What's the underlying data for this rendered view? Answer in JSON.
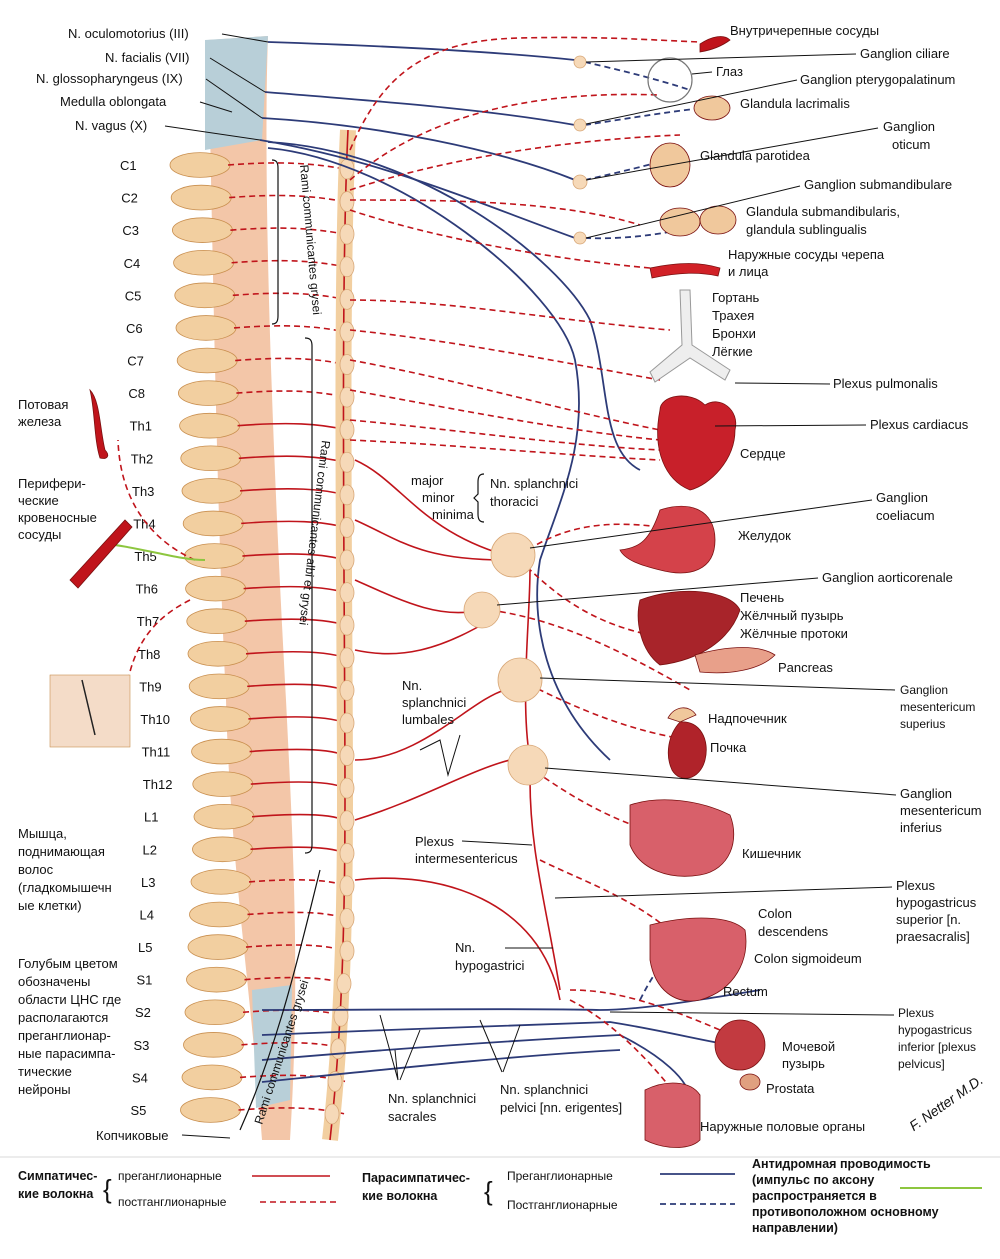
{
  "colors": {
    "sympathetic": "#c0141b",
    "parasympathetic": "#2d3b78",
    "antidromic": "#8dc63f",
    "cord": "#f3c6a8",
    "vertebra": "#f2cfa0",
    "cns_blue": "#b8cfd8"
  },
  "left_labels": {
    "oculomotorius": "N. oculomotorius (III)",
    "facialis": "N. facialis (VII)",
    "glossopharyngeus": "N. glossopharyngeus (IX)",
    "medulla": "Medulla oblongata",
    "vagus": "N. vagus (X)",
    "sweat_gland": [
      "Потовая",
      "железа"
    ],
    "peripheral_vessels": [
      "Перифери-",
      "ческие",
      "кровеносные",
      "сосуды"
    ],
    "hair_muscle": [
      "Мышца,",
      "поднимающая",
      "волос",
      "(гладкомышечн",
      "ые клетки)"
    ],
    "blue_note": [
      "Голубым цветом",
      "обозначены",
      "области ЦНС где",
      "располагаются",
      "преганглионар-",
      "ные парасимпа-",
      "тические",
      "нейроны"
    ],
    "coccygeal": "Копчиковые"
  },
  "segments": [
    "C1",
    "C2",
    "C3",
    "C4",
    "C5",
    "C6",
    "C7",
    "C8",
    "Th1",
    "Th2",
    "Th3",
    "Th4",
    "Th5",
    "Th6",
    "Th7",
    "Th8",
    "Th9",
    "Th10",
    "Th11",
    "Th12",
    "L1",
    "L2",
    "L3",
    "L4",
    "L5",
    "S1",
    "S2",
    "S3",
    "S4",
    "S5"
  ],
  "rami": {
    "grey_upper": "Rami communicantes grysei",
    "white": "Rami communicantes albi et grysei",
    "grey_lower": "Rami communicantes grysei"
  },
  "middle_labels": {
    "major": "major",
    "minor": "minor",
    "minima": "minima",
    "splanchnici_thoracici": [
      "Nn. splanchnici",
      "thoracici"
    ],
    "splanchnici_lumbales": [
      "Nn.",
      "splanchnici",
      "lumbales"
    ],
    "plexus_intermesentericus": [
      "Plexus",
      "intermesentericus"
    ],
    "hypogastrici": [
      "Nn.",
      "hypogastrici"
    ],
    "splanchnici_sacrales": [
      "Nn. splanchnici",
      "sacrales"
    ],
    "splanchnici_pelvici": [
      "Nn. splanchnici",
      "pelvici [nn. erigentes]"
    ]
  },
  "right_labels": {
    "intracranial_vessels": "Внутричерепные сосуды",
    "ganglion_ciliare": "Ganglion ciliare",
    "eye": "Глаз",
    "ganglion_pterygopalatinum": "Ganglion pterygopalatinum",
    "glandula_lacrimalis": "Glandula lacrimalis",
    "ganglion_oticum": [
      "Ganglion",
      "oticum"
    ],
    "glandula_parotidea": "Glandula parotidea",
    "ganglion_submandibulare": "Ganglion submandibulare",
    "glandula_submandibularis": [
      "Glandula submandibularis,",
      "glandula sublingualis"
    ],
    "external_vessels": [
      "Наружные сосуды черепа",
      "и лица"
    ],
    "airways": [
      "Гортань",
      "Трахея",
      "Бронхи",
      "Лёгкие"
    ],
    "plexus_pulmonalis": "Plexus pulmonalis",
    "plexus_cardiacus": "Plexus cardiacus",
    "heart": "Сердце",
    "ganglion_coeliacum": [
      "Ganglion",
      "coeliacum"
    ],
    "stomach": "Желудок",
    "ganglion_aorticorenale": "Ganglion aorticorenale",
    "liver": [
      "Печень",
      "Жёлчный пузырь",
      "Жёлчные протоки"
    ],
    "pancreas": "Pancreas",
    "ganglion_mesentericum_superius": [
      "Ganglion",
      "mesentericum",
      "superius"
    ],
    "adrenal": "Надпочечник",
    "kidney": "Почка",
    "ganglion_mesentericum_inferius": [
      "Ganglion",
      "mesentericum",
      "inferius"
    ],
    "intestine": "Кишечник",
    "plexus_hypogastricus_superior": [
      "Plexus",
      "hypogastricus",
      "superior [n.",
      "praesacralis]"
    ],
    "colon_descendens": [
      "Colon",
      "descendens"
    ],
    "colon_sigmoideum": "Colon sigmoideum",
    "rectum": "Rectum",
    "plexus_hypogastricus_inferior": [
      "Plexus",
      "hypogastricus",
      "inferior [plexus",
      "pelvicus]"
    ],
    "bladder": [
      "Мочевой",
      "пузырь"
    ],
    "prostata": "Prostata",
    "external_genitals": "Наружные половые органы"
  },
  "signature": "F. Netter M.D.",
  "legend": {
    "sympathetic": [
      "Симпатичес-",
      "кие волокна"
    ],
    "sym_pre": "преганглионарные",
    "sym_post": "постганглионарные",
    "parasympathetic": [
      "Парасимпатичес-",
      "кие волокна"
    ],
    "para_pre": "Преганглионарные",
    "para_post": "Постганглионарные",
    "antidromic": [
      "Антидромная проводимость",
      "(импульс по аксону",
      "распространяется в",
      "противоположном основному",
      "направлении)"
    ]
  }
}
